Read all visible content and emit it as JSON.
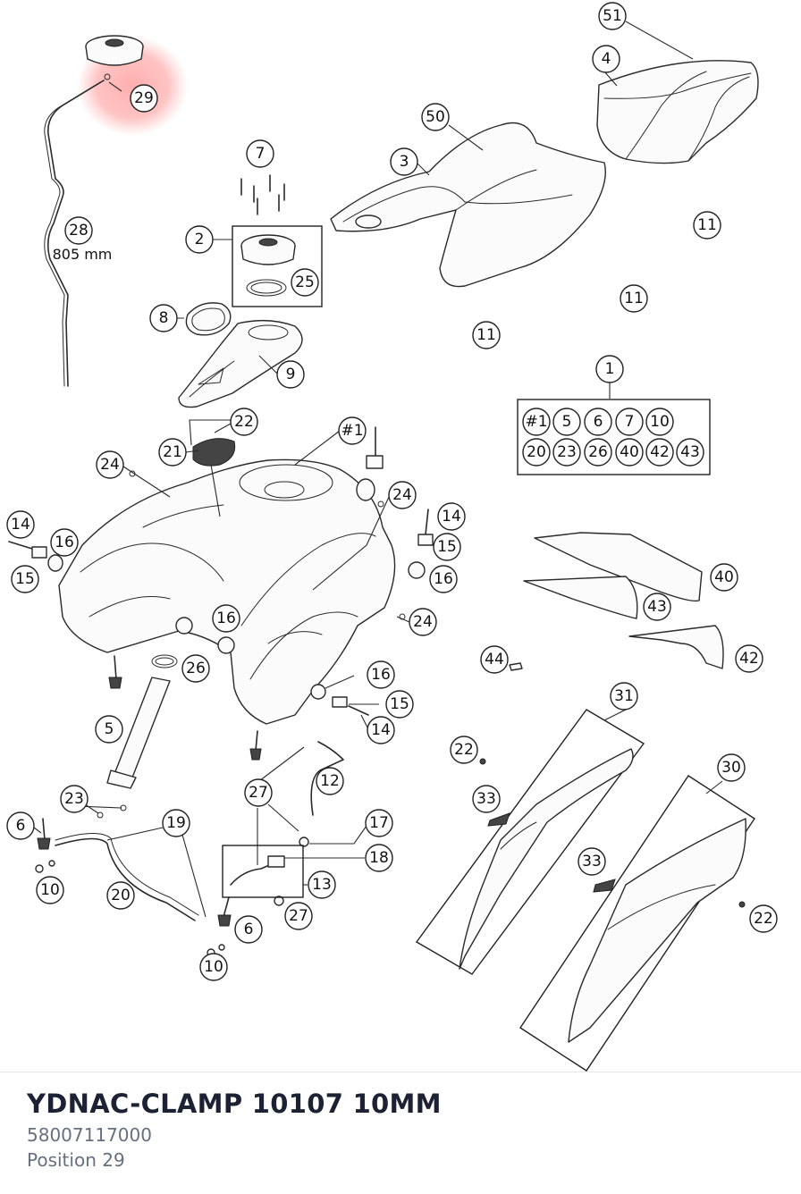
{
  "diagram": {
    "length_note": "805 mm",
    "kit_label": "1",
    "kit_items": [
      "#1",
      "5",
      "6",
      "7",
      "10",
      "20",
      "23",
      "26",
      "40",
      "42",
      "43"
    ],
    "callouts": {
      "51": "51",
      "4": "4",
      "50": "50",
      "3": "3",
      "29": "29",
      "7": "7",
      "28": "28",
      "2": "2",
      "25": "25",
      "8": "8",
      "9": "9",
      "11": "11",
      "1": "1",
      "22": "22",
      "21": "21",
      "#1": "#1",
      "24": "24",
      "14": "14",
      "16": "16",
      "15": "15",
      "40": "40",
      "43": "43",
      "42": "42",
      "44": "44",
      "26": "26",
      "5": "5",
      "31": "31",
      "30": "30",
      "12": "12",
      "27": "27",
      "33": "33",
      "23": "23",
      "6": "6",
      "19": "19",
      "17": "17",
      "18": "18",
      "13": "13",
      "10": "10",
      "20": "20"
    },
    "highlight": {
      "callout": "29",
      "color": "#ff7b7b"
    }
  },
  "part": {
    "title": "YDNAC-CLAMP 10107 10MM",
    "number": "58007117000",
    "position": "Position 29"
  }
}
